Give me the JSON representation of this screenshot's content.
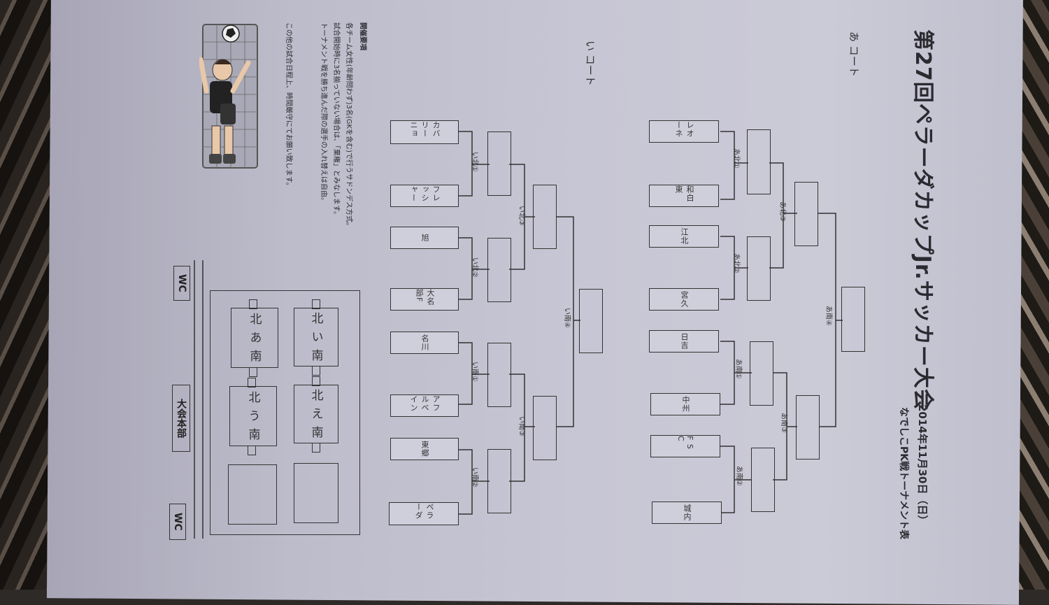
{
  "header": {
    "title": "第27回ペラーダカップJr.サッカー大会",
    "date": "2014年11月30日（日）",
    "subtitle": "なでしこPK戦トーナメント表"
  },
  "courts": {
    "a_label": "あ コート",
    "i_label": "い コート"
  },
  "court_a": {
    "teams": [
      "レオーネ",
      "和白東",
      "江北",
      "宮久",
      "日吉",
      "中州",
      "F S C",
      "城内"
    ],
    "matches": [
      "あ北①",
      "あ北②",
      "あ北③",
      "あ南①",
      "あ南②",
      "あ南③",
      "あ南④"
    ]
  },
  "court_i": {
    "teams": [
      "カバリーニョ",
      "フレッシャー",
      "旭",
      "大名部F",
      "名川",
      "アフルベイン",
      "東郷",
      "ペラーダ"
    ],
    "matches": [
      "い北①",
      "い北②",
      "い北③",
      "い南①",
      "い南②",
      "い南③",
      "い南④"
    ]
  },
  "notes": {
    "heading": "開催要項",
    "lines": [
      "各チーム女性(年齢問わず)3名(GKを含む)で行うサドンデス方式。",
      "試合開始時に3名揃っていない場合は、「棄権」とみなします。",
      "トーナメント戦を勝ち進んだ際の選手の入れ替えは自由。",
      "この他の試合日程上、時間厳守にてお願い致します。"
    ]
  },
  "venue": {
    "fields": [
      "北 い 南",
      "北 え 南",
      "北 あ 南",
      "北 う 南"
    ],
    "hq": "大会本部",
    "wc_top": "WC",
    "wc_bottom": "WC"
  },
  "colors": {
    "paper": "#c7c6d4",
    "ink": "#333333",
    "background": "#2e2a27"
  },
  "icons": {
    "illustration": "goalkeeper-illustration"
  }
}
